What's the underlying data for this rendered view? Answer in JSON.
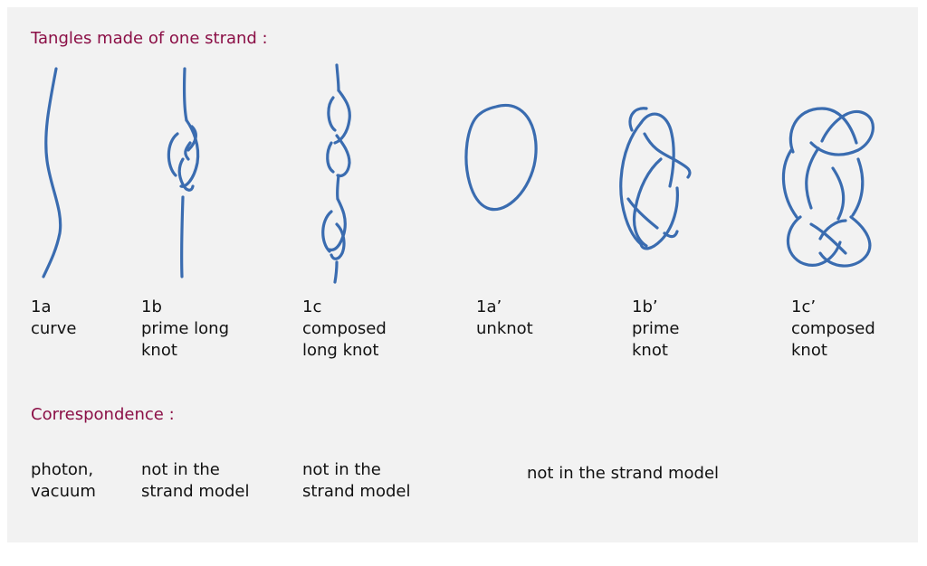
{
  "headings": {
    "tangles": "Tangles made of one strand :",
    "correspondence": "Correspondence :"
  },
  "items": [
    {
      "id": "1a",
      "lines": [
        "1a",
        "curve"
      ]
    },
    {
      "id": "1b",
      "lines": [
        "1b",
        "prime long",
        "knot"
      ]
    },
    {
      "id": "1c",
      "lines": [
        "1c",
        "composed",
        "long knot"
      ]
    },
    {
      "id": "1a'",
      "lines": [
        "1a’",
        "unknot"
      ]
    },
    {
      "id": "1b'",
      "lines": [
        "1b’",
        "prime",
        "knot"
      ]
    },
    {
      "id": "1c'",
      "lines": [
        "1c’",
        "composed",
        "knot"
      ]
    }
  ],
  "correspondence": [
    {
      "lines": [
        "photon,",
        "vacuum"
      ]
    },
    {
      "lines": [
        "not in the",
        "strand model"
      ]
    },
    {
      "lines": [
        "not in the",
        "strand model"
      ]
    },
    {
      "lines": [
        "not in the strand model"
      ]
    }
  ],
  "colors": {
    "strand": "#3a6cb0",
    "heading": "#8b0f46",
    "panel": "#f2f2f2"
  }
}
